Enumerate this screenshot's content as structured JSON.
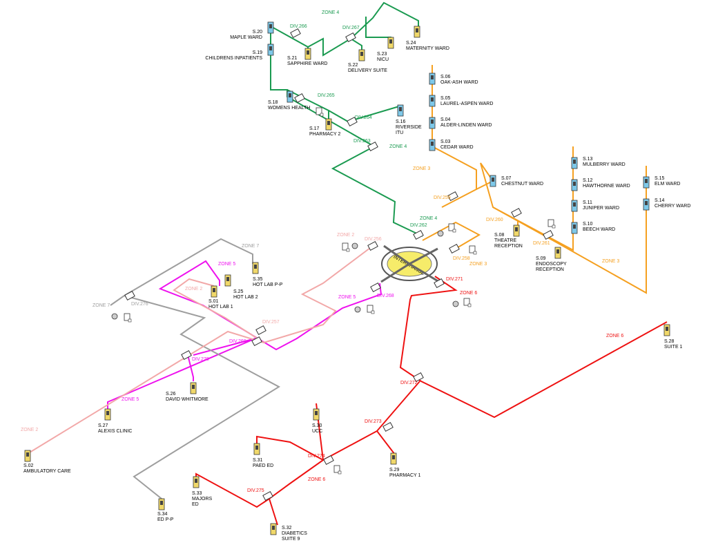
{
  "colors": {
    "green": "#1a9a50",
    "orange": "#f5a020",
    "red": "#ee1111",
    "magenta": "#ee11ee",
    "grey": "#9e9e9e",
    "pink": "#f2a8a8",
    "hub": "#f6ec6a",
    "station_blue": "#7ec8e8",
    "station_yellow": "#f0d86a"
  },
  "hub": {
    "label": "INTERCHANGE"
  },
  "stations": [
    {
      "id": "S.20",
      "name": "MAPLE WARD"
    },
    {
      "id": "S.19",
      "name": "CHILDRENS INPATIENTS"
    },
    {
      "id": "S.21",
      "name": "SAPPHIRE WARD"
    },
    {
      "id": "S.22",
      "name": "DELIVERY SUITE"
    },
    {
      "id": "S.23",
      "name": "NICU"
    },
    {
      "id": "S.24",
      "name": "MATERNITY WARD"
    },
    {
      "id": "S.18",
      "name": "WOMENS HEALTH"
    },
    {
      "id": "S.17",
      "name": "PHARMACY 2"
    },
    {
      "id": "S.16",
      "name": "RIVERSIDE ITU"
    },
    {
      "id": "S.06",
      "name": "OAK-ASH WARD"
    },
    {
      "id": "S.05",
      "name": "LAUREL-ASPEN WARD"
    },
    {
      "id": "S.04",
      "name": "ALDER-LINDEN WARD"
    },
    {
      "id": "S.03",
      "name": "CEDAR WARD"
    },
    {
      "id": "S.07",
      "name": "CHESTNUT WARD"
    },
    {
      "id": "S.08",
      "name": "THEATRE RECEPTION"
    },
    {
      "id": "S.09",
      "name": "ENDOSCOPY RECEPTION"
    },
    {
      "id": "S.13",
      "name": "MULBERRY WARD"
    },
    {
      "id": "S.12",
      "name": "HAWTHORNE WARD"
    },
    {
      "id": "S.11",
      "name": "JUNIPER WARD"
    },
    {
      "id": "S.10",
      "name": "BEECH WARD"
    },
    {
      "id": "S.15",
      "name": "ELM WARD"
    },
    {
      "id": "S.14",
      "name": "CHERRY WARD"
    },
    {
      "id": "S.35",
      "name": "HOT LAB P-P"
    },
    {
      "id": "S.25",
      "name": "HOT LAB 2"
    },
    {
      "id": "S.01",
      "name": "HOT LAB 1"
    },
    {
      "id": "S.26",
      "name": "DAVID WHITMORE"
    },
    {
      "id": "S.27",
      "name": "ALEXIS CLINIC"
    },
    {
      "id": "S.02",
      "name": "AMBULATORY CARE"
    },
    {
      "id": "S.28",
      "name": "SUITE 1"
    },
    {
      "id": "S.30",
      "name": "UCC"
    },
    {
      "id": "S.29",
      "name": "PHARMACY 1"
    },
    {
      "id": "S.31",
      "name": "PAED ED"
    },
    {
      "id": "S.33",
      "name": "MAJORS ED"
    },
    {
      "id": "S.32",
      "name": "DIABETICS SUITE 9"
    },
    {
      "id": "S.34",
      "name": "ED P-P"
    }
  ],
  "diverters": [
    "DIV.266",
    "DIV.267",
    "DIV.265",
    "DIV.264",
    "DIV.263",
    "DIV.262",
    "DIV.259",
    "DIV.260",
    "DIV.261",
    "DIV.258",
    "DIV.256",
    "DIV.257",
    "DIV.268",
    "DIV.269",
    "DIV.270",
    "DIV.271",
    "DIV.272",
    "DIV.273",
    "DIV.274",
    "DIV.275",
    "DIV.276"
  ],
  "zones": [
    "ZONE 4",
    "ZONE 3",
    "ZONE 2",
    "ZONE 5",
    "ZONE 6",
    "ZONE 7"
  ]
}
